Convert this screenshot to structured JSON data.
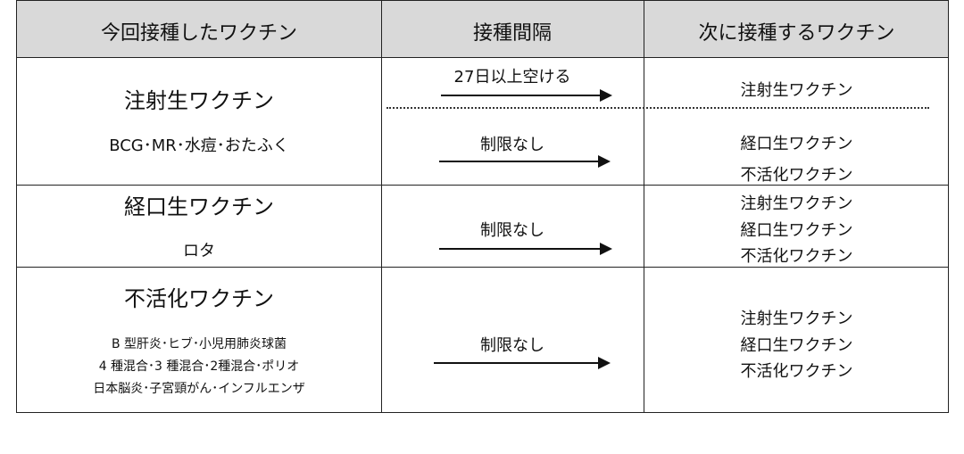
{
  "headers": {
    "current_vaccine": "今回接種したワクチン",
    "interval": "接種間隔",
    "next_vaccine": "次に接種するワクチン"
  },
  "rows": [
    {
      "title": "注射生ワクチン",
      "examples": [
        "BCG･MR･水痘･おたふく"
      ],
      "intervals": [
        {
          "label": "27日以上空ける",
          "next": [
            "注射生ワクチン"
          ]
        },
        {
          "label": "制限なし",
          "next": [
            "経口生ワクチン",
            "不活化ワクチン"
          ]
        }
      ]
    },
    {
      "title": "経口生ワクチン",
      "examples": [
        "ロタ"
      ],
      "intervals": [
        {
          "label": "制限なし",
          "next": [
            "注射生ワクチン",
            "経口生ワクチン",
            "不活化ワクチン"
          ]
        }
      ]
    },
    {
      "title": "不活化ワクチン",
      "examples": [
        "B 型肝炎･ヒブ･小児用肺炎球菌",
        "4 種混合･3 種混合･2種混合･ポリオ",
        "日本脳炎･子宮頸がん･インフルエンザ"
      ],
      "intervals": [
        {
          "label": "制限なし",
          "next": [
            "注射生ワクチン",
            "経口生ワクチン",
            "不活化ワクチン"
          ]
        }
      ]
    }
  ]
}
